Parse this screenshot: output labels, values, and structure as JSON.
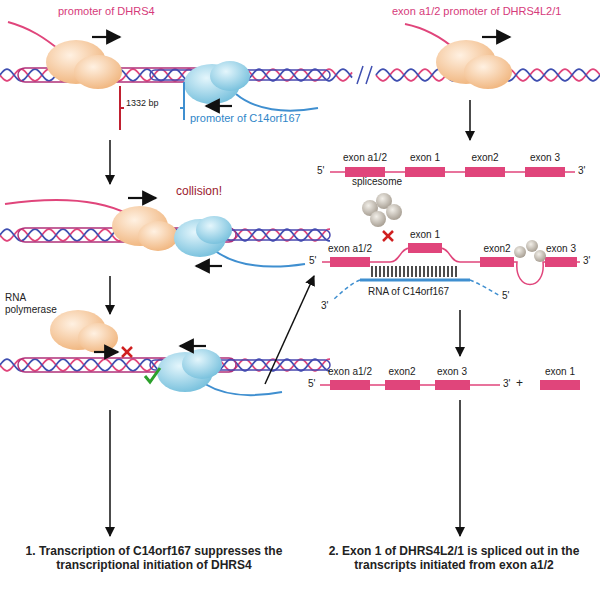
{
  "diagram": {
    "labels": [
      "promoter of DHRS4",
      "exon a1/2 promoter of DHRS4L2/1",
      "1332 bp",
      "promoter of C14orf167",
      "collision!",
      "5'",
      "exon a1/2",
      "exon 1",
      "exon2",
      "exon 3",
      "3'",
      "splicesome",
      "5'",
      "exon a1/2",
      "exon 1",
      "exon2",
      "exon 3",
      "3'",
      "RNA polymerase",
      "RNA of C14orf167",
      "3'",
      "5'",
      "5'",
      "exon a1/2",
      "exon2",
      "exon 3",
      "3'",
      "+",
      "exon 1",
      "1. Transcription of C14orf167 suppresses the transcriptional initiation of DHRS4",
      "2. Exon 1 of DHRS4L2/1 is spliced out in the transcripts initiated from exon a1/2"
    ]
  }
}
